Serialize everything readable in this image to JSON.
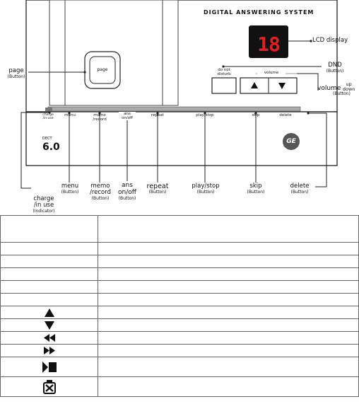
{
  "device": {
    "title": "DIGITAL ANSWERING SYSTEM",
    "lcd_value": "18",
    "page_button_face": "page",
    "dnd_face": "do not\ndisturb",
    "volume_face": "volume",
    "charge_face": "charge\n/in use",
    "dect_small": "DECT",
    "dect_big": "6.0",
    "logo": "GE",
    "strip_buttons": [
      {
        "key": "menu",
        "face": "menu"
      },
      {
        "key": "memo",
        "face": "memo\n/record"
      },
      {
        "key": "ans",
        "face": "ans\non/off"
      },
      {
        "key": "repeat",
        "face": "repeat"
      },
      {
        "key": "play",
        "face": "play/stop"
      },
      {
        "key": "skip",
        "face": "skip"
      },
      {
        "key": "delete",
        "face": "delete"
      }
    ]
  },
  "callouts": {
    "lcd": "LCD display",
    "dnd_main": "DND",
    "dnd_sub": "(Button)",
    "volume_main": "volume",
    "volume_up": "up",
    "volume_down": "down",
    "volume_sub": "(Button)",
    "page_main": "page",
    "page_sub": "(Button)",
    "charge_main": "charge\n/in use",
    "charge_sub": "(Indicator)",
    "menu_main": "menu",
    "menu_sub": "(Button)",
    "memo_main": "memo\n/record",
    "memo_sub": "(Button)",
    "ans_main": "ans\non/off",
    "ans_sub": "(Button)",
    "repeat_main": "repeat",
    "repeat_sub": "(Button)",
    "play_main": "play/stop",
    "play_sub": "(Button)",
    "skip_main": "skip",
    "skip_sub": "(Button)",
    "delete_main": "delete",
    "delete_sub": "(Button)"
  },
  "table": {
    "icon_rows": [
      "triangle-up-icon",
      "triangle-down-icon",
      "rewind-icon",
      "fast-forward-icon",
      "play-stop-icon",
      "delete-x-icon"
    ]
  }
}
